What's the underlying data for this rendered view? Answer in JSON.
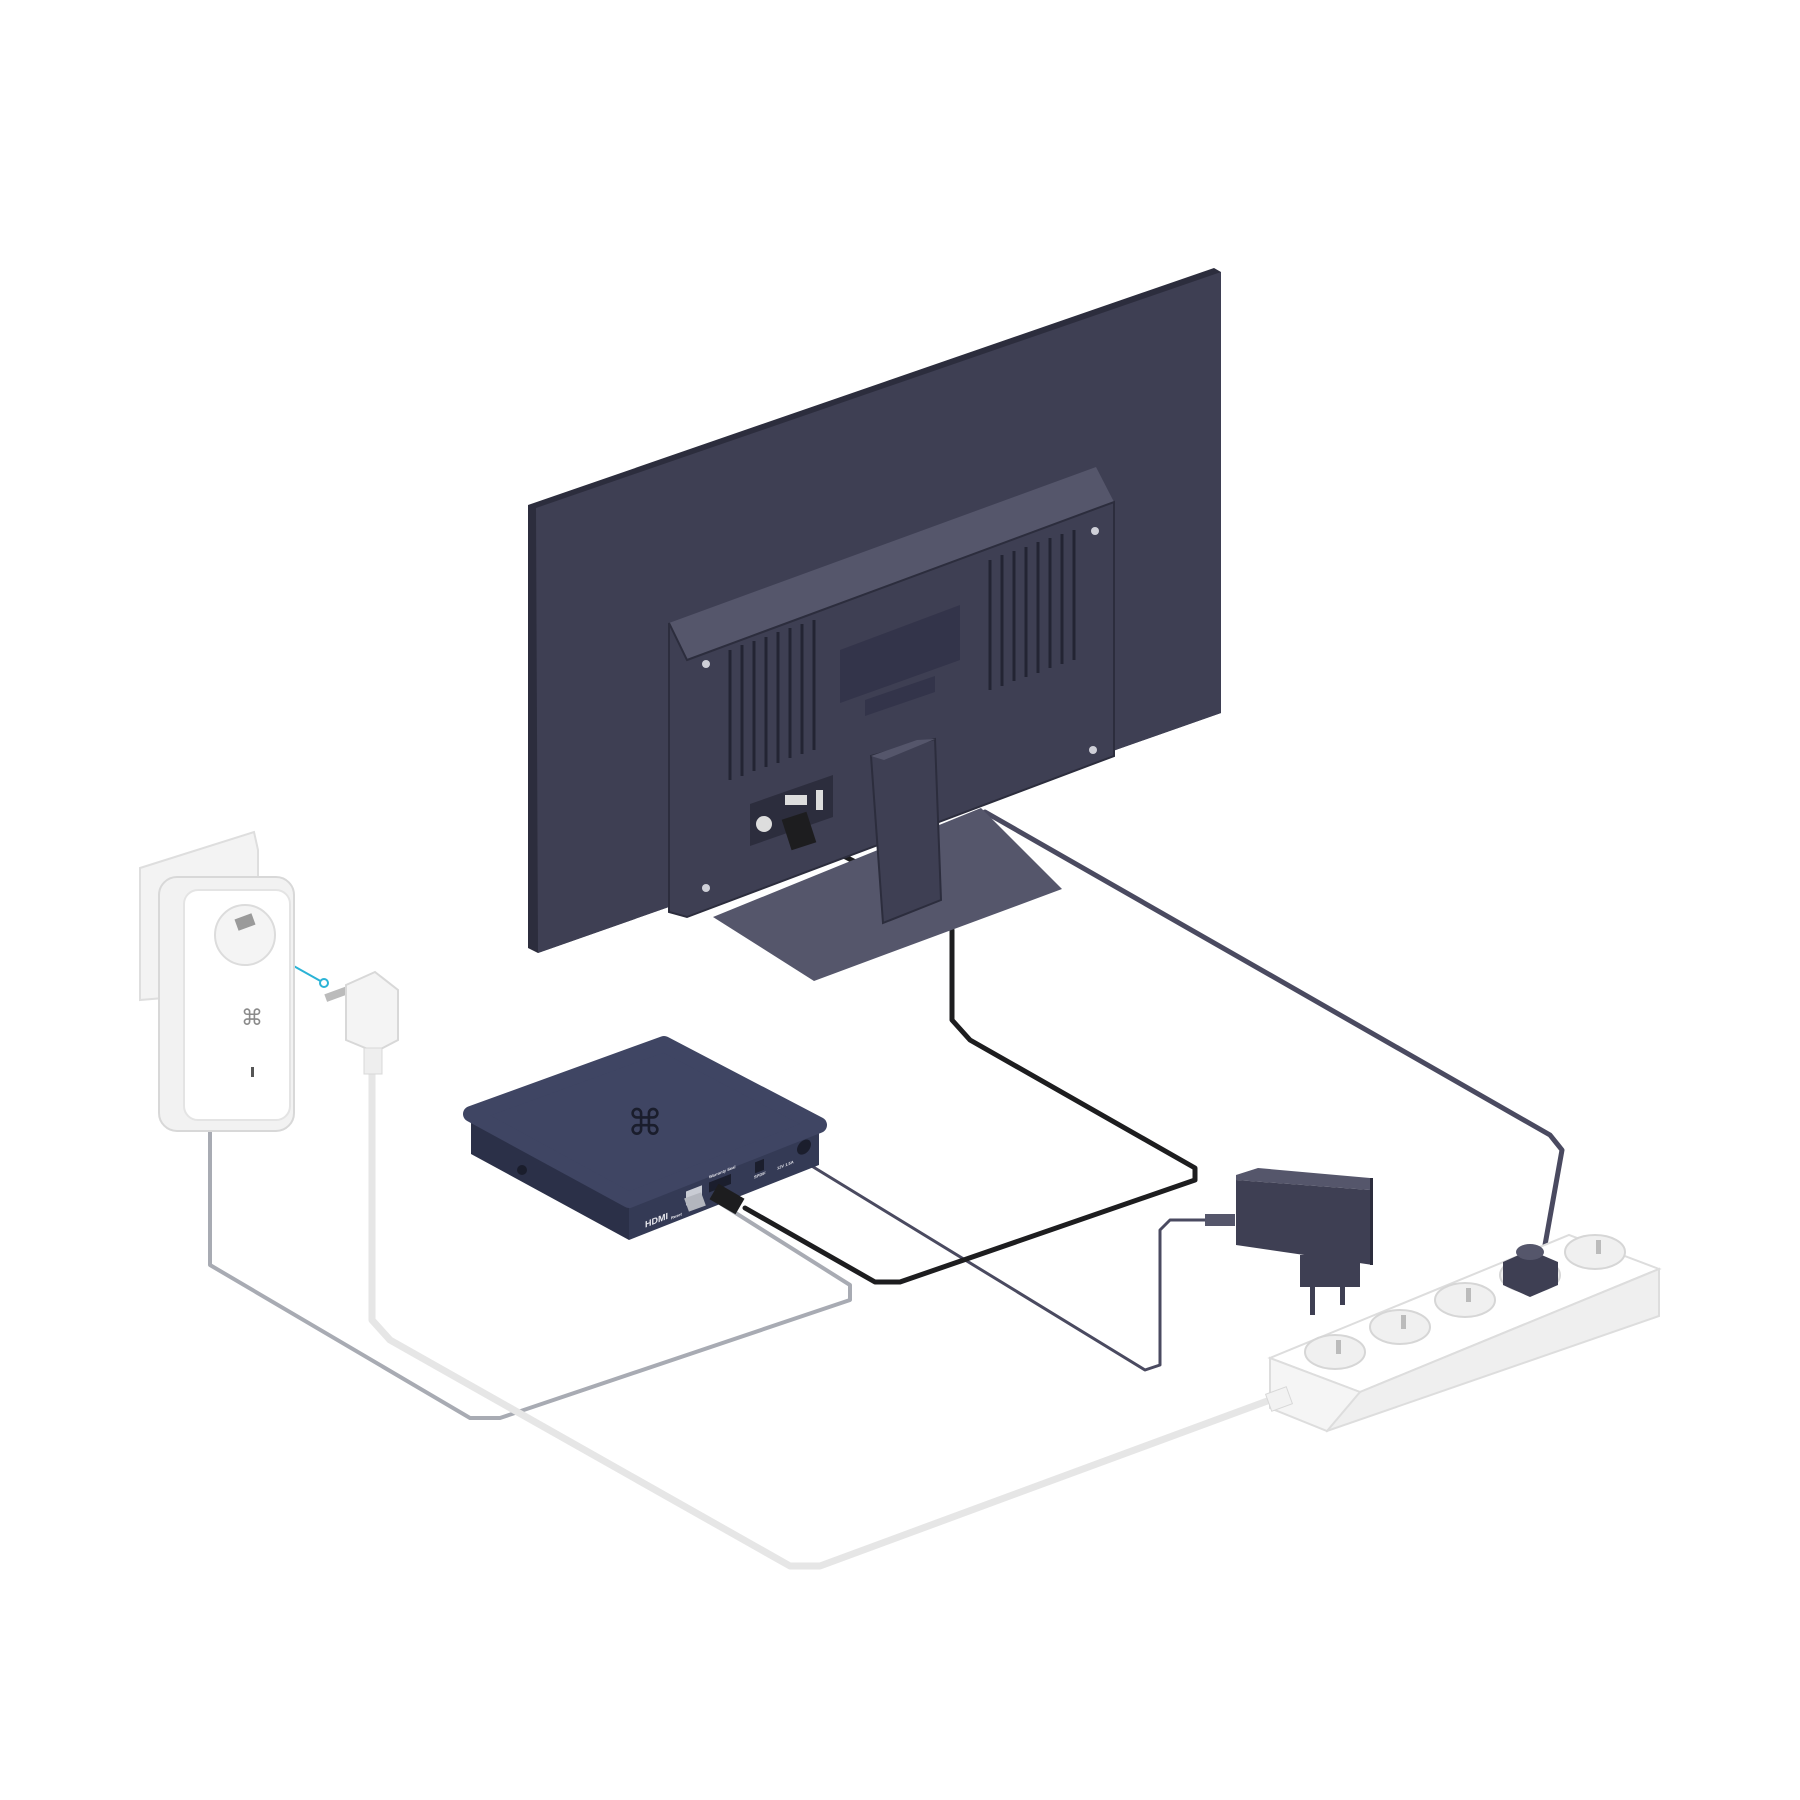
{
  "scene": {
    "colors": {
      "tv": "#3e3f53",
      "tv_light": "#55566b",
      "box": "#3f4563",
      "box_side": "#2b3048",
      "adapter_white": "#f2f2f2",
      "link_accent": "#2bb3d6",
      "hdmi_cable": "#1d1d1f",
      "power_cable": "#4a4a60",
      "ethernet_cable": "#a8abb3"
    },
    "set_top_box": {
      "port_labels": {
        "hdmi": "HDMI",
        "reset": "Reset",
        "seal": "Warranty Seal",
        "spdif": "SPDIF",
        "power": "12V 1.5A"
      }
    }
  }
}
